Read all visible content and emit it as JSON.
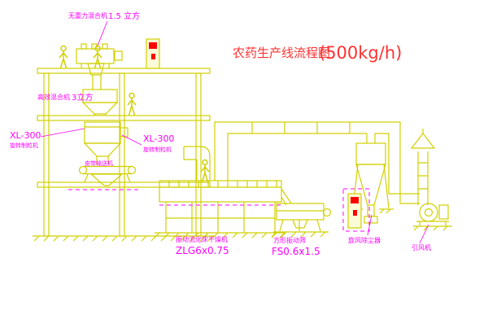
{
  "colors": {
    "bg": "#ffffff",
    "line": "#d0d000",
    "label": "#ff00ff",
    "alarm": "#ff0000",
    "title": "#ff3232"
  },
  "title": {
    "name": "农药生产线流程图",
    "capacity": "(500kg/h)"
  },
  "labels": {
    "mixer_top_name": "无重力混合机",
    "mixer_top_capacity": "1.5 立方",
    "mixer2_name": "高效混合机",
    "mixer2_capacity": "3立方",
    "granulator_left_model": "XL-300",
    "granulator_left_name": "旋转制粒机",
    "granulator_center_model": "XL-300",
    "granulator_center_name": "旋转制粒机",
    "conveyor": "皮带输送机",
    "dryer_name": "振动流化床干燥机",
    "dryer_model": "ZLG6x0.75",
    "screen_name": "方形振动筛",
    "screen_model": "FS0.6x1.5",
    "cyclone": "旋风除尘器",
    "fan": "引风机"
  }
}
